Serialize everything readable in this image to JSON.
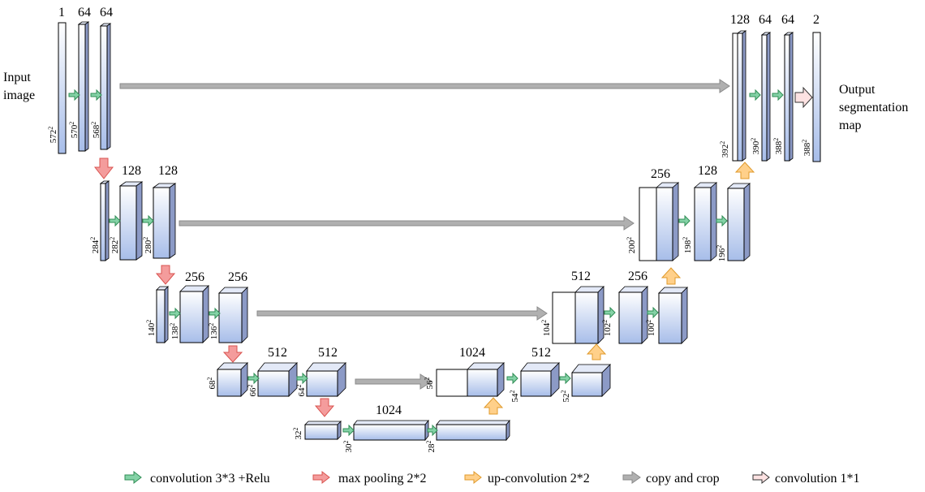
{
  "colors": {
    "block_fill_top": "#ffffff",
    "block_fill_bottom": "#a7bde9",
    "block_side": "#8c9ac6",
    "block_top_face": "#e3e9f7",
    "outline": "#000000",
    "conv_arrow": "#84d2a6",
    "conv_arrow_stroke": "#2f8d55",
    "pool_arrow": "#f49c9c",
    "pool_arrow_stroke": "#d9534f",
    "up_arrow": "#ffd08a",
    "up_arrow_stroke": "#e09a2b",
    "copy_arrow": "#b0b0b0",
    "copy_arrow_stroke": "#8a8a8a",
    "conv1x1_arrow": "#fde2e2",
    "conv1x1_arrow_stroke": "#333333"
  },
  "labels": {
    "input": [
      "Input",
      "image"
    ],
    "output": [
      "Output",
      "segmentation",
      "map"
    ]
  },
  "channels": {
    "l1_a": "1",
    "l1_b": "64",
    "l1_c": "64",
    "l2_a": "128",
    "l2_b": "128",
    "l3_a": "256",
    "l3_b": "256",
    "l4_a": "512",
    "l4_b": "512",
    "l5_a": "1024",
    "r4_a": "1024",
    "r4_b": "512",
    "r3_a": "512",
    "r3_b": "256",
    "r2_a": "256",
    "r2_b": "128",
    "r1_a": "128",
    "r1_b": "64",
    "r1_c": "64",
    "r1_d": "2"
  },
  "dims": {
    "d572": "572",
    "d570": "570",
    "d568": "568",
    "d284": "284",
    "d282": "282",
    "d280": "280",
    "d140": "140",
    "d138": "138",
    "d136": "136",
    "d68": "68",
    "d66": "66",
    "d64": "64",
    "d32": "32",
    "d30": "30",
    "d28": "28",
    "d56": "56",
    "d54": "54",
    "d52": "52",
    "d104": "104",
    "d102": "102",
    "d100": "100",
    "d200": "200",
    "d198": "198",
    "d196": "196",
    "d392": "392",
    "d390": "390",
    "d388": "388",
    "d388b": "388"
  },
  "legend": {
    "conv": "convolution 3*3 +Relu",
    "pool": "max  pooling  2*2",
    "up": "up-convolution 2*2",
    "copy": "copy and crop",
    "conv1": "convolution 1*1"
  }
}
